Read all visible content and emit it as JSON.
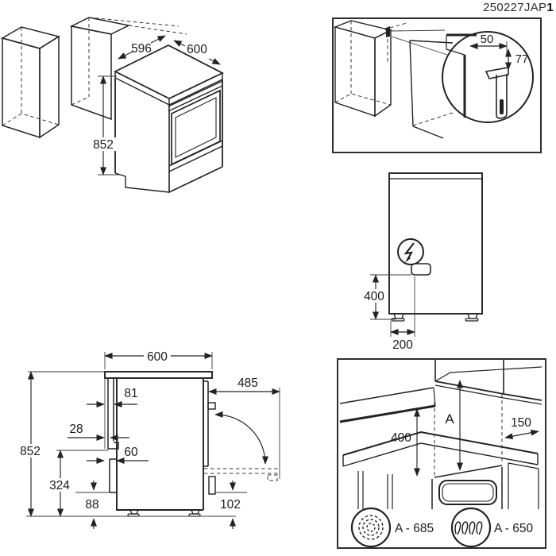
{
  "doc_number": {
    "main": "250227JAP",
    "suffix": "1"
  },
  "iso_view": {
    "top_width": "596",
    "top_depth": "600",
    "height": "852"
  },
  "bracket_detail": {
    "side_offset": "50",
    "bracket_height": "77"
  },
  "rear_view": {
    "terminal_height": "400",
    "terminal_offset": "200",
    "electrical_icon": "lightning-bolt"
  },
  "side_view": {
    "depth": "600",
    "height": "852",
    "rear_gap_top": "81",
    "rear_gap_mid": "28",
    "rear_gap_low": "60",
    "door_open_depth": "485",
    "rear_section_height": "324",
    "rear_clearance": "88",
    "door_clearance": "102"
  },
  "install_view": {
    "hood_clearance": "400",
    "cabinet_clearance_label": "A",
    "side_clearance": "150",
    "legend": [
      {
        "icon": "radiant-hob-icon",
        "label": "A - 685"
      },
      {
        "icon": "induction-hob-icon",
        "label": "A - 650"
      }
    ]
  },
  "colors": {
    "line": "#222222",
    "background": "#ffffff"
  }
}
